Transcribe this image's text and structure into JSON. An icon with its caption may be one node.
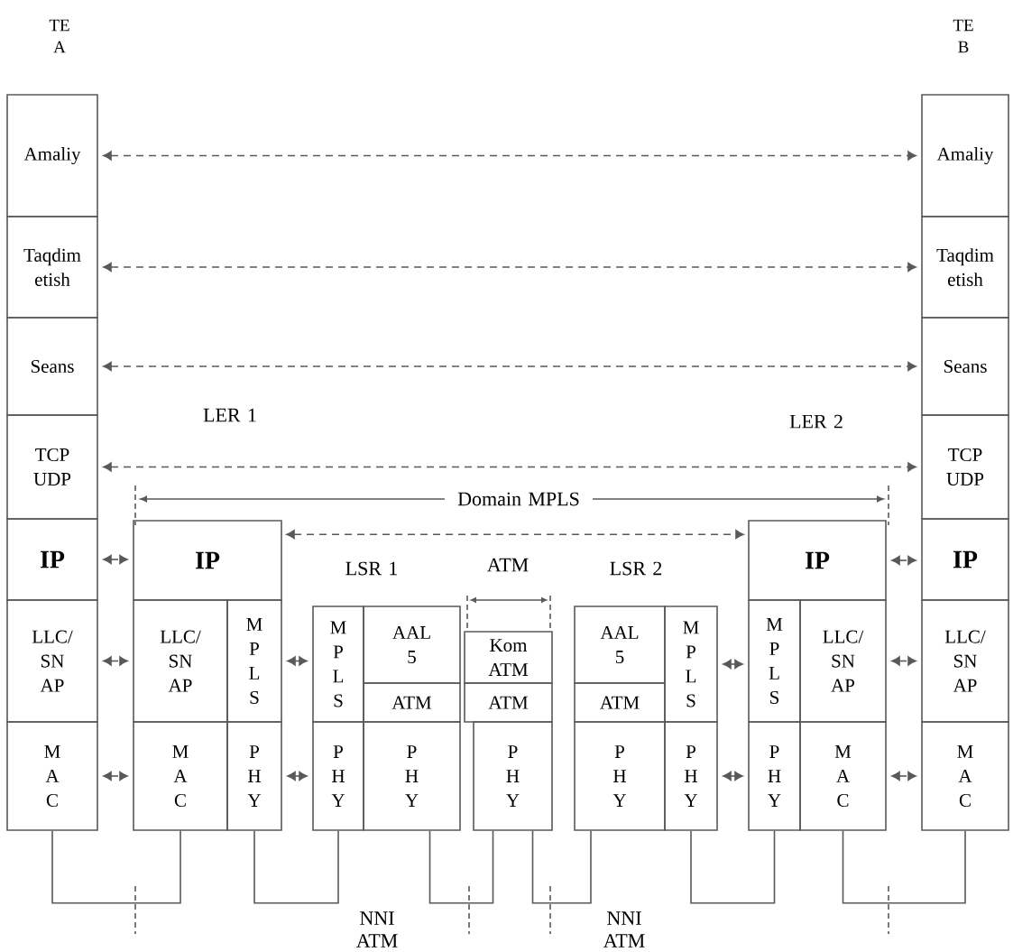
{
  "diagram": {
    "nodes": [
      {
        "text": [
          "Amaliy"
        ]
      },
      {
        "text": [
          "Taqdim etish"
        ]
      },
      {
        "text": [
          "Seans"
        ]
      },
      {
        "text": [
          "TCP UDP"
        ]
      },
      {
        "text": [
          "IP"
        ]
      },
      {
        "text": [
          "LLC/ SN AP"
        ]
      },
      {
        "text": [
          "M A C"
        ]
      },
      {
        "text": [
          "IP"
        ]
      },
      {
        "text": [
          "LLC/ SN AP"
        ]
      },
      {
        "text": [
          "M P L S"
        ]
      },
      {
        "text": [
          "M A C"
        ]
      },
      {
        "text": [
          "P H Y"
        ]
      },
      {
        "text": [
          "M P L S"
        ]
      },
      {
        "text": [
          "AAL 5"
        ]
      },
      {
        "text": [
          "ATM"
        ]
      },
      {
        "text": [
          "P H Y"
        ]
      },
      {
        "text": [
          "P H Y"
        ]
      },
      {
        "text": [
          "Kom ATM"
        ]
      },
      {
        "text": [
          "ATM"
        ]
      },
      {
        "text": [
          "P H Y"
        ]
      },
      {
        "text": [
          "AAL 5"
        ]
      },
      {
        "text": [
          "M P L S"
        ]
      },
      {
        "text": [
          "ATM"
        ]
      },
      {
        "text": [
          "P H Y"
        ]
      },
      {
        "text": [
          "P H Y"
        ]
      },
      {
        "text": [
          "IP"
        ]
      },
      {
        "text": [
          "M P L S"
        ]
      },
      {
        "text": [
          "LLC/ SN AP"
        ]
      },
      {
        "text": [
          "P H Y"
        ]
      },
      {
        "text": [
          "M A C"
        ]
      },
      {
        "text": [
          "Amaliy"
        ]
      },
      {
        "text": [
          "Taqdim etish"
        ]
      },
      {
        "text": [
          "Seans"
        ]
      },
      {
        "text": [
          "TCP UDP"
        ]
      },
      {
        "text": [
          "IP"
        ]
      },
      {
        "text": [
          "LLC/ SN AP"
        ]
      },
      {
        "text": [
          "M A C"
        ]
      }
    ],
    "edges": [
      {
        "from": 0,
        "to": 30,
        "arrow": "both",
        "style": "dashed"
      },
      {
        "from": 1,
        "to": 31,
        "arrow": "both",
        "style": "dashed"
      },
      {
        "from": 2,
        "to": 32,
        "arrow": "both",
        "style": "dashed"
      },
      {
        "from": 3,
        "to": 33,
        "arrow": "both",
        "style": "dashed"
      },
      {
        "from": 7,
        "to": 25,
        "arrow": "both",
        "style": "dashed"
      },
      {
        "from": 4,
        "to": 7,
        "arrow": "both",
        "style": "dashed"
      },
      {
        "from": 5,
        "to": 8,
        "arrow": "both",
        "style": "dashed"
      },
      {
        "from": 6,
        "to": 10,
        "arrow": "both",
        "style": "dashed"
      },
      {
        "from": 9,
        "to": 12,
        "arrow": "both",
        "style": "dashed"
      },
      {
        "from": 11,
        "to": 15,
        "arrow": "both",
        "style": "dashed"
      },
      {
        "from": 21,
        "to": 26,
        "arrow": "both",
        "style": "dashed"
      },
      {
        "from": 24,
        "to": 28,
        "arrow": "both",
        "style": "dashed"
      },
      {
        "from": 25,
        "to": 34,
        "arrow": "both",
        "style": "dashed"
      },
      {
        "from": 27,
        "to": 35,
        "arrow": "both",
        "style": "dashed"
      },
      {
        "from": 29,
        "to": 36,
        "arrow": "both",
        "style": "dashed"
      },
      {
        "from": 6,
        "to": 10,
        "arrow": "none"
      },
      {
        "from": 11,
        "to": 15,
        "arrow": "none"
      },
      {
        "from": 16,
        "to": 19,
        "arrow": "none"
      },
      {
        "from": 19,
        "to": 23,
        "arrow": "none"
      },
      {
        "from": 24,
        "to": 28,
        "arrow": "none"
      },
      {
        "from": 29,
        "to": 36,
        "arrow": "none"
      }
    ],
    "labels": [
      "TE A",
      "TE B",
      "LER 1",
      "LER 2",
      "Domain MPLS",
      "LSR 1",
      "ATM",
      "LSR 2",
      "NNI ATM",
      "NNI ATM"
    ]
  }
}
